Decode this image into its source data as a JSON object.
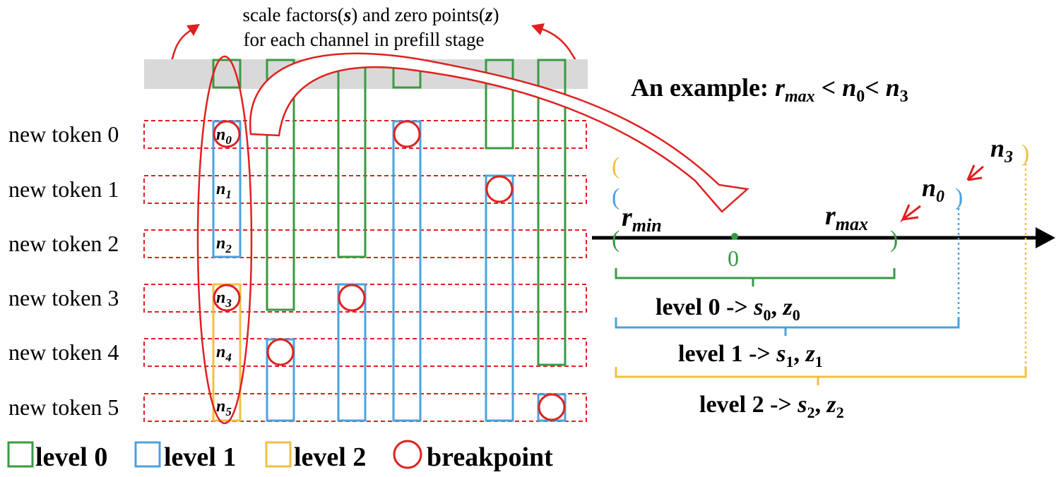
{
  "header": {
    "caption_line1_a": "scale factors(",
    "caption_line1_s": "s",
    "caption_line1_b": ") and zero points(",
    "caption_line1_z": "z",
    "caption_line1_c": ")",
    "caption_line2": "for each channel in prefill stage"
  },
  "rows": [
    {
      "label": "new token 0"
    },
    {
      "label": "new token 1"
    },
    {
      "label": "new token 2"
    },
    {
      "label": "new token 3"
    },
    {
      "label": "new token 4"
    },
    {
      "label": "new token 5"
    }
  ],
  "cells": {
    "n0": {
      "base": "n",
      "sub": "0"
    },
    "n1": {
      "base": "n",
      "sub": "1"
    },
    "n2": {
      "base": "n",
      "sub": "2"
    },
    "n3": {
      "base": "n",
      "sub": "3"
    },
    "n4": {
      "base": "n",
      "sub": "4"
    },
    "n5": {
      "base": "n",
      "sub": "5"
    }
  },
  "example": {
    "prefix": "An example: ",
    "r": "r",
    "r_sub": "max",
    "lt1": " < ",
    "n0": "n",
    "n0_sub": "0",
    "lt2": "< ",
    "n3": "n",
    "n3_sub": "3"
  },
  "axis": {
    "rmin_base": "r",
    "rmin_sub": "min",
    "rmax_base": "r",
    "rmax_sub": "max",
    "zero": "0",
    "n0_base": "n",
    "n0_sub": "0",
    "n3_base": "n",
    "n3_sub": "3",
    "paren_open": "(",
    "paren_close": ")"
  },
  "levels": [
    {
      "text": "level 0 -> ",
      "s": "s",
      "s_sub": "0",
      "comma": ", ",
      "z": "z",
      "z_sub": "0"
    },
    {
      "text": "level 1 -> ",
      "s": "s",
      "s_sub": "1",
      "comma": ", ",
      "z": "z",
      "z_sub": "1"
    },
    {
      "text": "level 2 -> ",
      "s": "s",
      "s_sub": "2",
      "comma": ", ",
      "z": "z",
      "z_sub": "2"
    }
  ],
  "legend": [
    {
      "label": "level 0",
      "color": "#3a9a43"
    },
    {
      "label": "level 1",
      "color": "#4aa3dd"
    },
    {
      "label": "level 2",
      "color": "#f0c040"
    },
    {
      "label": "breakpoint",
      "color": "#e02020"
    }
  ],
  "colors": {
    "level0": "#3a9a43",
    "level1": "#4aa3dd",
    "level2": "#f0c040",
    "breakpoint": "#e02020",
    "band": "#d9d9d9"
  }
}
